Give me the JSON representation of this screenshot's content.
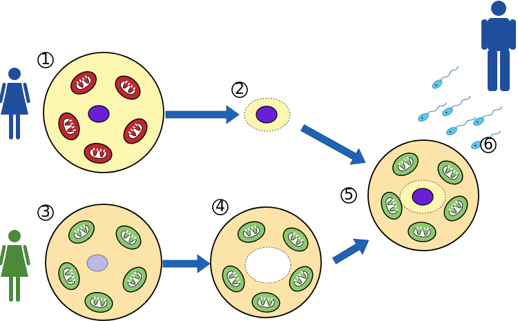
{
  "colors": {
    "female_donor": "#1f4e9c",
    "female_recipient": "#4a8a3a",
    "male": "#1f4e9c",
    "donor_cytoplasm": "#fdf6b0",
    "recipient_cytoplasm": "#fce4a8",
    "donor_mitochondria": "#c0282d",
    "recipient_mitochondria": "#8cc870",
    "nucleus": "#6a1fd6",
    "recipient_nucleus": "#bcb8e8",
    "arrow": "#1f63b5",
    "sperm": "#5cc8ec"
  },
  "icons": {
    "donor": "woman-icon",
    "recipient": "woman-icon",
    "father": "man-icon",
    "sperm": "sperm-icon"
  },
  "steps": [
    {
      "label": "1"
    },
    {
      "label": "2"
    },
    {
      "label": "3"
    },
    {
      "label": "4"
    },
    {
      "label": "5"
    },
    {
      "label": "6"
    }
  ]
}
